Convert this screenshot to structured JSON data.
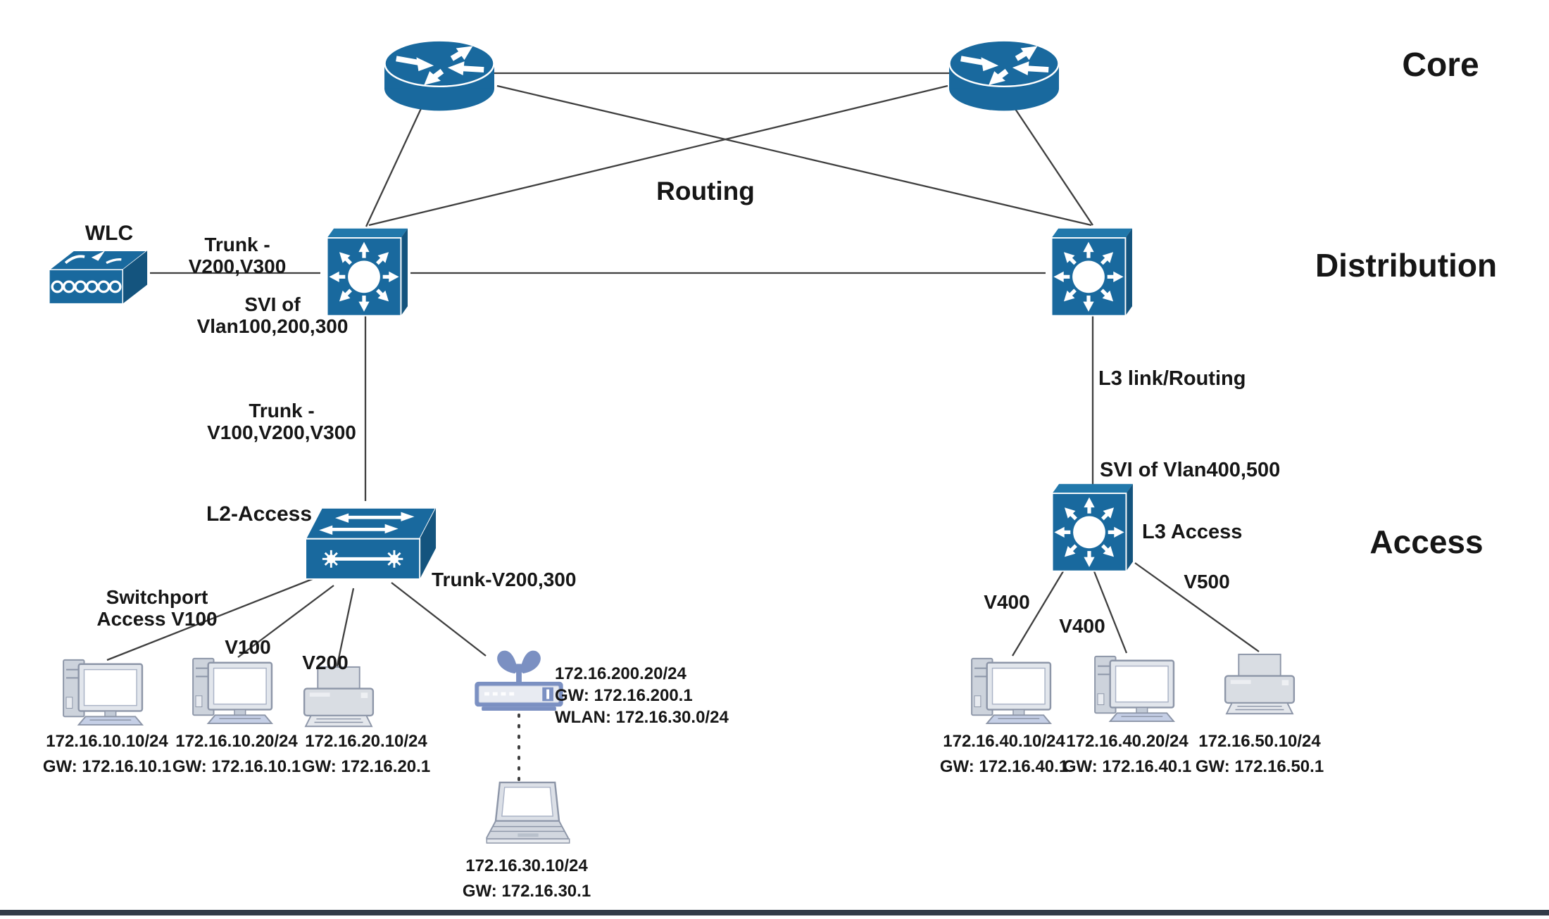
{
  "layers": {
    "core": "Core",
    "distribution": "Distribution",
    "access": "Access"
  },
  "core": {
    "routing_label": "Routing"
  },
  "left": {
    "wlc_label": "WLC",
    "trunk_wlc_1": "Trunk -",
    "trunk_wlc_2": "V200,V300",
    "svi_1": "SVI of",
    "svi_2": "Vlan100,200,300",
    "trunk_access_1": "Trunk -",
    "trunk_access_2": "V100,V200,V300",
    "l2_label": "L2-Access",
    "switchport_1": "Switchport",
    "switchport_2": "Access V100",
    "v100": "V100",
    "v200": "V200",
    "trunk_ap": "Trunk-V200,300",
    "hosts": [
      {
        "ip": "172.16.10.10/24",
        "gw": "GW: 172.16.10.1"
      },
      {
        "ip": "172.16.10.20/24",
        "gw": "GW: 172.16.10.1"
      },
      {
        "ip": "172.16.20.10/24",
        "gw": "GW: 172.16.20.1"
      }
    ],
    "ap": {
      "ip": "172.16.200.20/24",
      "gw": "GW: 172.16.200.1",
      "wlan": "WLAN: 172.16.30.0/24"
    },
    "laptop": {
      "ip": "172.16.30.10/24",
      "gw": "GW: 172.16.30.1"
    }
  },
  "right": {
    "l3_link_label": "L3 link/Routing",
    "svi_label": "SVI of Vlan400,500",
    "l3_label": "L3 Access",
    "v400_left": "V400",
    "v400_mid": "V400",
    "v500": "V500",
    "hosts": [
      {
        "ip": "172.16.40.10/24",
        "gw": "GW: 172.16.40.1"
      },
      {
        "ip": "172.16.40.20/24",
        "gw": "GW: 172.16.40.1"
      },
      {
        "ip": "172.16.50.10/24",
        "gw": "GW: 172.16.50.1"
      }
    ]
  },
  "colors": {
    "device_blue": "#19699e",
    "device_blue_dark": "#14547e",
    "device_blue_light": "#2178ab",
    "ap_blue": "#7b90c2",
    "line": "#3f3f3f",
    "footer_bar": "#333b47"
  }
}
